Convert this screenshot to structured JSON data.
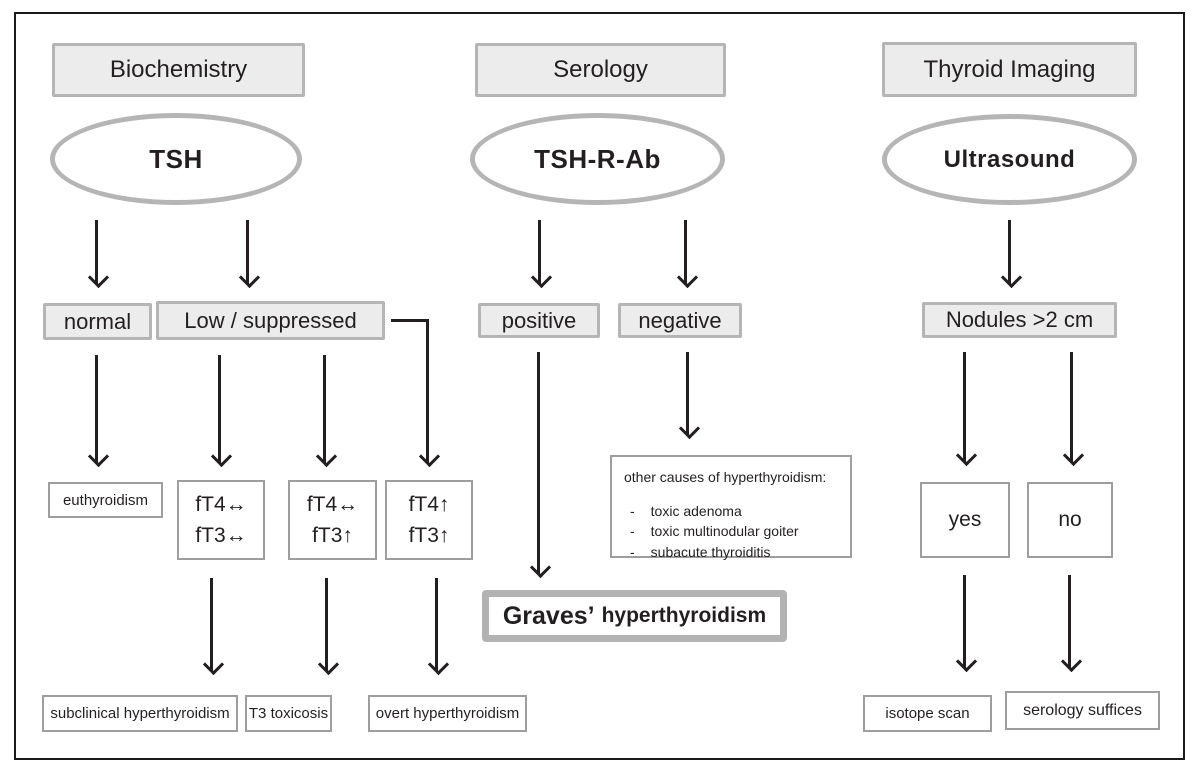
{
  "colors": {
    "box_fill": "#ececec",
    "box_border": "#b5b5b5",
    "thin_box_border": "#9e9e9e",
    "arrow": "#231f20",
    "outer_border": "#1a1a1a"
  },
  "columns": {
    "biochemistry": {
      "header": "Biochemistry",
      "test": "TSH",
      "results": {
        "normal": "normal",
        "low": "Low / suppressed"
      },
      "findings": {
        "euthyroidism": "euthyroidism",
        "ft4_stable_ft3_stable": {
          "line1": "fT4↔",
          "line2": "fT3↔"
        },
        "ft4_stable_ft3_up": {
          "line1": "fT4↔",
          "line2": "fT3↑"
        },
        "ft4_up_ft3_up": {
          "line1": "fT4↑",
          "line2": "fT3↑"
        }
      },
      "diagnoses": {
        "subclinical": "subclinical hyperthyroidism",
        "t3_toxicosis": "T3 toxicosis",
        "overt": "overt hyperthyroidism"
      }
    },
    "serology": {
      "header": "Serology",
      "test": "TSH-R-Ab",
      "results": {
        "positive": "positive",
        "negative": "negative"
      },
      "other_causes": {
        "title": "other causes of hyperthyroidism:",
        "items": [
          "toxic adenoma",
          "toxic multinodular goiter",
          "subacute thyroiditis"
        ]
      },
      "diagnosis": {
        "name": "Graves’",
        "condition": "hyperthyroidism"
      }
    },
    "imaging": {
      "header": "Thyroid Imaging",
      "test": "Ultrasound",
      "result": "Nodules >2 cm",
      "answers": {
        "yes": "yes",
        "no": "no"
      },
      "actions": {
        "isotope": "isotope scan",
        "serology": "serology suffices"
      }
    }
  }
}
